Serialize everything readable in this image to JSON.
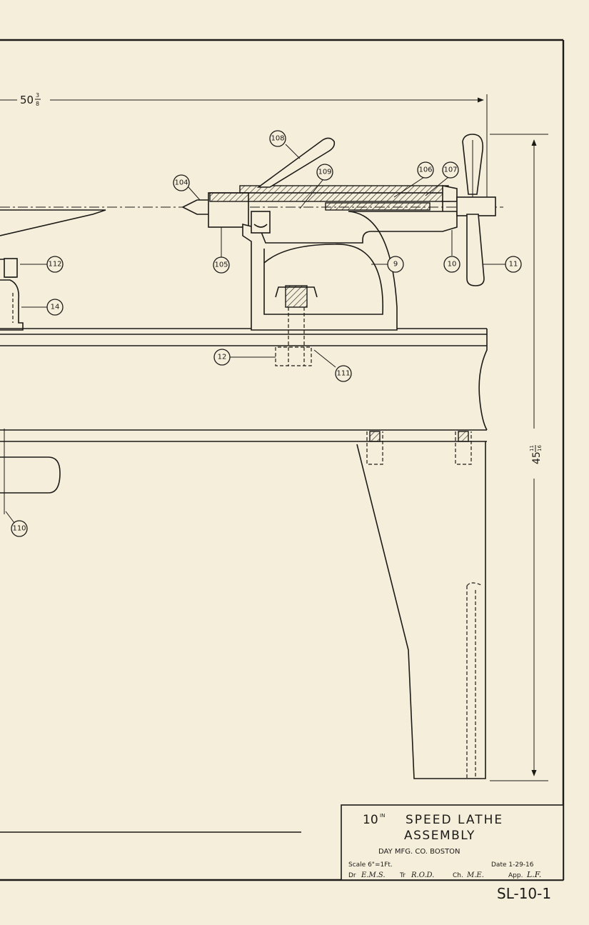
{
  "dimensions": {
    "overall_length": "50",
    "overall_length_frac_num": "3",
    "overall_length_frac_den": "8",
    "height": "45",
    "height_frac_num": "11",
    "height_frac_den": "16"
  },
  "balloons": [
    {
      "id": "b104",
      "label": "104"
    },
    {
      "id": "b105",
      "label": "105"
    },
    {
      "id": "b108",
      "label": "108"
    },
    {
      "id": "b109",
      "label": "109"
    },
    {
      "id": "b106",
      "label": "106"
    },
    {
      "id": "b107",
      "label": "107"
    },
    {
      "id": "b9",
      "label": "9"
    },
    {
      "id": "b10",
      "label": "10"
    },
    {
      "id": "b11",
      "label": "11"
    },
    {
      "id": "b112",
      "label": "112"
    },
    {
      "id": "b14",
      "label": "14"
    },
    {
      "id": "b12",
      "label": "12"
    },
    {
      "id": "b111",
      "label": "111"
    },
    {
      "id": "b110",
      "label": "110"
    }
  ],
  "title_block": {
    "title_prefix": "10",
    "title_sup": "IN",
    "title_line1_rest": "SPEED LATHE",
    "title_line2": "ASSEMBLY",
    "company": "DAY MFG. CO.   BOSTON",
    "scale": "Scale  6\"=1Ft.",
    "date": "Date  1-29-16",
    "dr_label": "Dr",
    "dr_sig": "E.M.S.",
    "tr_label": "Tr",
    "tr_sig": "R.O.D.",
    "ch_label": "Ch.",
    "ch_sig": "M.E.",
    "app_label": "App.",
    "app_sig": "L.F.",
    "drawing_number": "SL-10-1"
  }
}
